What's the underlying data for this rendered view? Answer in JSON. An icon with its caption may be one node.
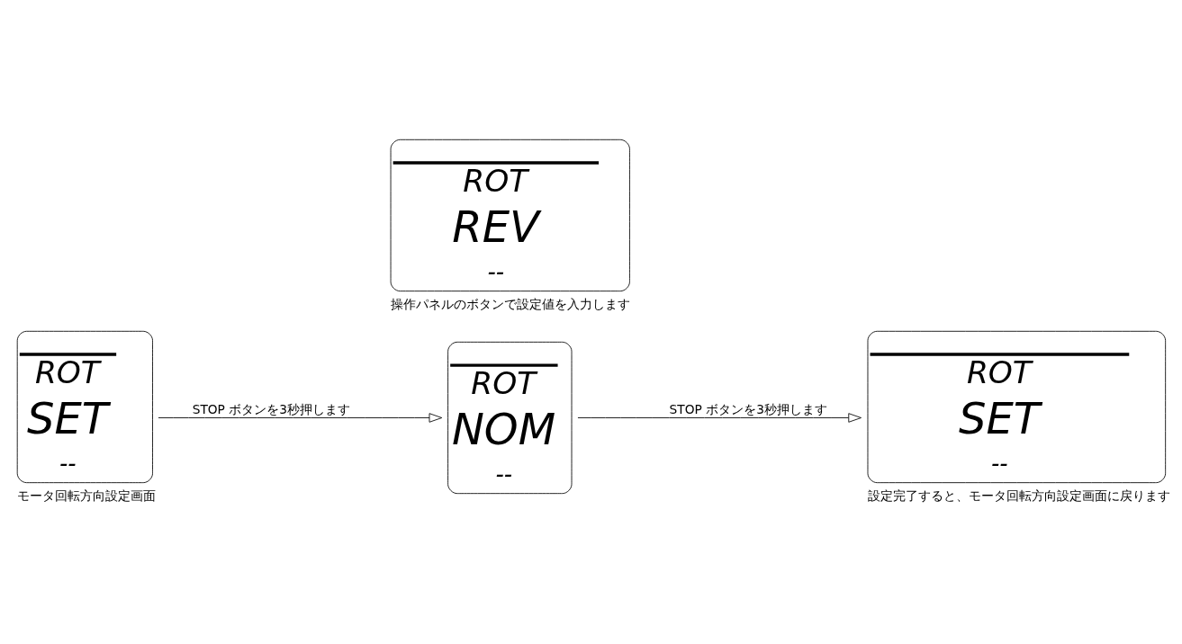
{
  "diagram": {
    "nodes": [
      {
        "text": [
          "ROT",
          "SET",
          "--"
        ],
        "beside": [
          "モータ回転方向設定画面"
        ]
      },
      {
        "text": [
          "ROT",
          "NOM",
          "--"
        ]
      },
      {
        "text": [
          "ROT",
          "REV",
          "--"
        ],
        "beside": [
          "操作パネルのボタンで設定値を入力します"
        ]
      },
      {
        "text": [
          "ROT",
          "SET",
          "--"
        ],
        "beside": [
          "設定完了すると、モータ回転方向設定画面に戻ります"
        ]
      }
    ],
    "edges": [
      {
        "from": 0,
        "to": 1,
        "arrow": "to",
        "label": "STOP ボタンを3秒押します"
      },
      {
        "from": 1,
        "to": 3,
        "arrow": "to",
        "label": "STOP ボタンを3秒押します"
      }
    ]
  }
}
